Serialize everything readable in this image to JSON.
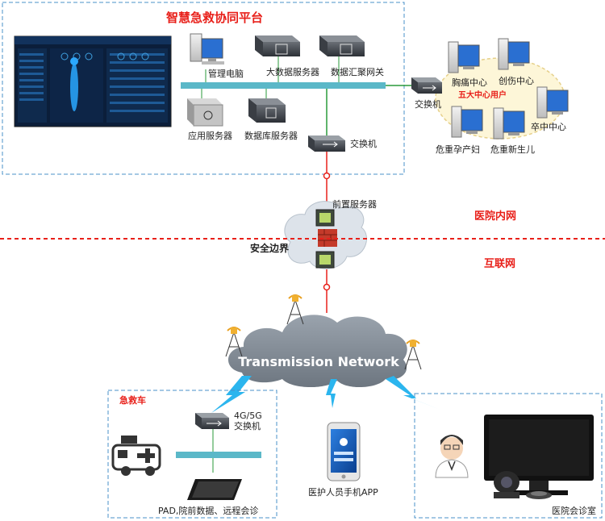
{
  "platform": {
    "title": "智慧急救协同平台",
    "devices": {
      "mgmt_pc": "管理电脑",
      "bigdata_server": "大数据服务器",
      "aggregation_gateway": "数据汇聚网关",
      "app_server": "应用服务器",
      "db_server": "数据库服务器",
      "switch": "交换机"
    }
  },
  "centers": {
    "switch": "交换机",
    "group_label": "五大中心用户",
    "chest_pain": "胸痛中心",
    "trauma": "创伤中心",
    "stroke": "卒中中心",
    "maternal": "危重孕产妇",
    "neonatal": "危重新生儿"
  },
  "boundary": {
    "front_server": "前置服务器",
    "security_boundary": "安全边界",
    "intranet": "医院内网",
    "internet": "互联网"
  },
  "network": {
    "title": "Transmission Network"
  },
  "ambulance": {
    "title": "急救车",
    "switch": "4G/5G\n交换机",
    "pad": "PAD,院前数据、远程会诊"
  },
  "mobile": {
    "label": "医护人员手机APP"
  },
  "consult": {
    "label": "医院会诊室"
  },
  "colors": {
    "accent_red": "#e8201a",
    "box_border": "#4a90c8",
    "bus": "#5bb8c8",
    "link_green": "#2a9a3a"
  }
}
